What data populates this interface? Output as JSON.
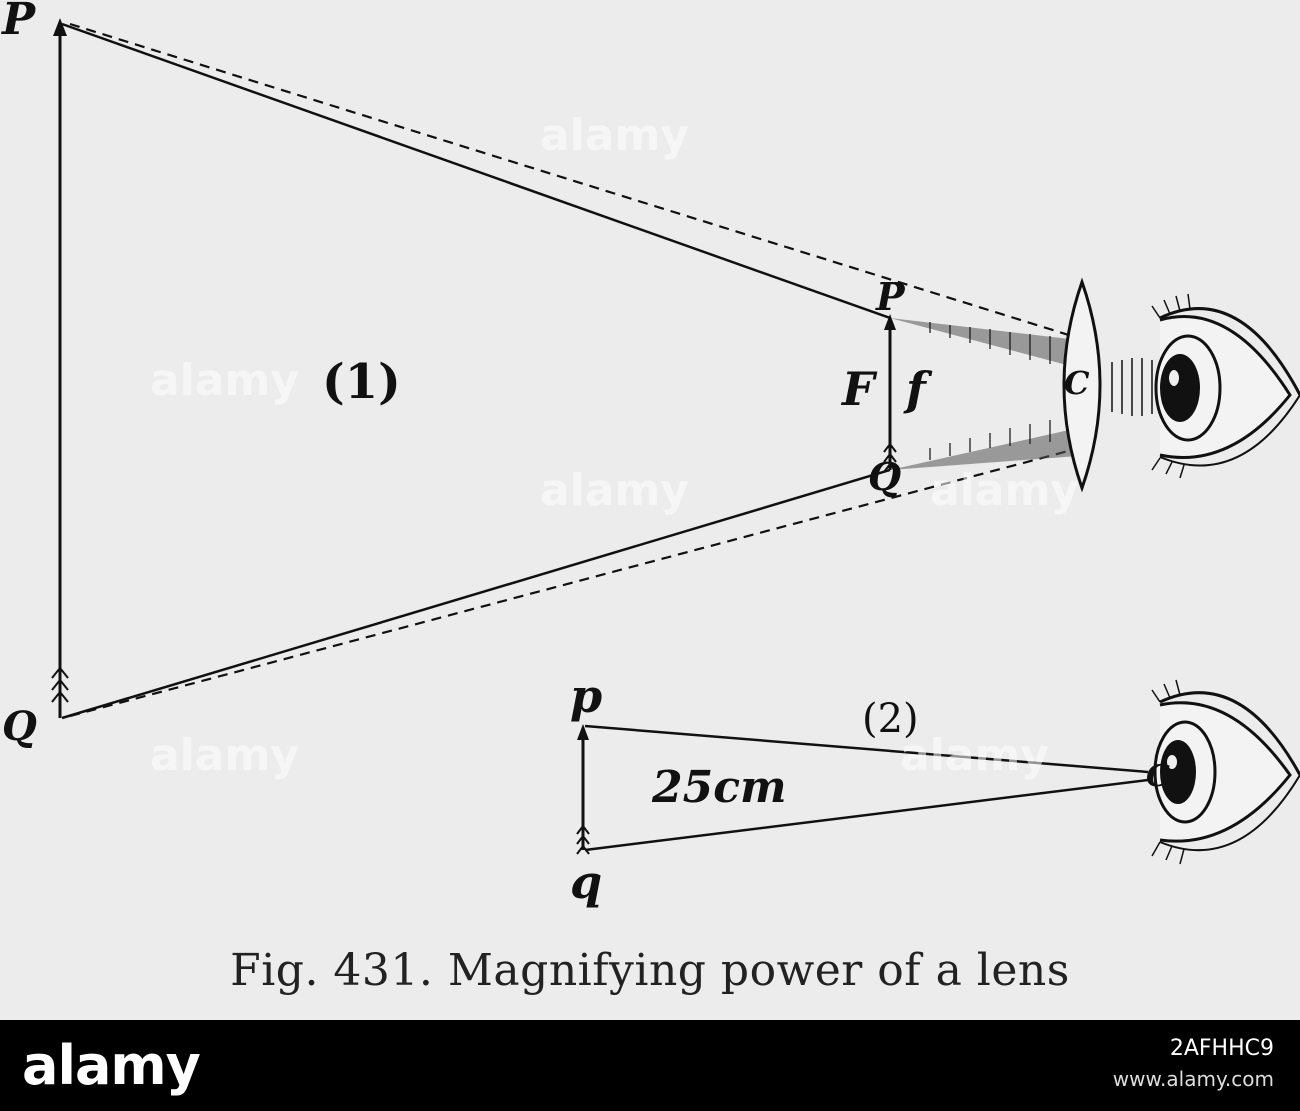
{
  "labels": {
    "P_upper": "P",
    "Q_upper": "Q",
    "P_small": "P",
    "Q_small": "Q",
    "F": "F",
    "f": "f",
    "C": "C",
    "C2": "C",
    "p_lower": "p",
    "q_lower": "q",
    "fig1": "(1)",
    "fig2": "(2)",
    "distance": "25cm"
  },
  "caption": "Fig. 431.  Magnifying power of a lens",
  "watermark": {
    "text": "alamy",
    "image_id": "2AFHHC9",
    "url": "www.alamy.com"
  }
}
